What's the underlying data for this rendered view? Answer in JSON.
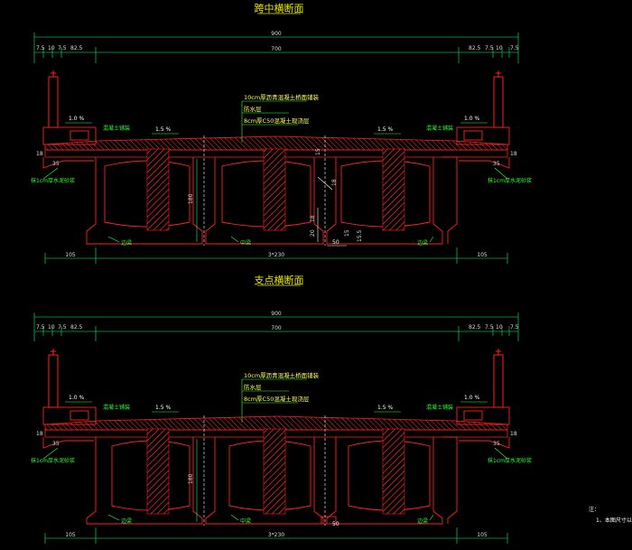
{
  "colors": {
    "background": "#000000",
    "structure": "#ff2020",
    "dimension": "#00ff66",
    "annotation": "#33ff33",
    "title": "#e8e800",
    "text": "#ffffff",
    "hatch": "#ff3030"
  },
  "sections": [
    {
      "title": "跨中横断面",
      "top_dims": [
        "7.5",
        "10",
        "7.5",
        "82.5",
        "82.5",
        "7.5",
        "10",
        "7.5"
      ],
      "total_width": "900",
      "inner_width": "700",
      "slope_left": "1.0 %",
      "slope_center_left": "1.5 %",
      "slope_center_right": "1.5 %",
      "slope_right": "1.0 %",
      "layer_labels": [
        "10cm厚沥青混凝土桥面铺装",
        "防水层",
        "8cm厚C50混凝土现浇层"
      ],
      "curb_left": "混凝土铺装",
      "curb_right": "混凝土铺装",
      "edge_left": "35",
      "edge_right": "35",
      "side_h_left": "18",
      "side_h_right": "18",
      "drip_left": "抹1cm厚水泥砂浆",
      "drip_right": "抹1cm厚水泥砂浆",
      "web_height": "180",
      "dims_small": [
        "15",
        "18",
        "18",
        "20",
        "15",
        "15.5"
      ],
      "bottom_gap": "50",
      "bearing_left": "边梁",
      "bearing_mid": "中梁",
      "bearing_right": "边梁",
      "bottom_dims": [
        "105",
        "3*230",
        "105"
      ]
    },
    {
      "title": "支点横断面",
      "top_dims": [
        "7.5",
        "10",
        "7.5",
        "82.5",
        "82.5",
        "7.5",
        "10",
        "7.5"
      ],
      "total_width": "900",
      "inner_width": "700",
      "slope_left": "1.0 %",
      "slope_center_left": "1.5 %",
      "slope_center_right": "1.5 %",
      "slope_right": "1.0 %",
      "layer_labels": [
        "10cm厚沥青混凝土桥面铺装",
        "防水层",
        "8cm厚C50混凝土现浇层"
      ],
      "curb_left": "混凝土铺装",
      "curb_right": "混凝土铺装",
      "edge_left": "35",
      "edge_right": "35",
      "side_h_left": "18",
      "side_h_right": "18",
      "drip_left": "抹1cm厚水泥砂浆",
      "drip_right": "抹1cm厚水泥砂浆",
      "web_height": "180",
      "bottom_gap": "50",
      "bearing_left": "边梁",
      "bearing_mid": "中梁",
      "bearing_right": "边梁",
      "bottom_dims": [
        "105",
        "3*230",
        "105"
      ]
    }
  ],
  "notes": {
    "heading": "注：",
    "line1": "1、本图尺寸以"
  }
}
